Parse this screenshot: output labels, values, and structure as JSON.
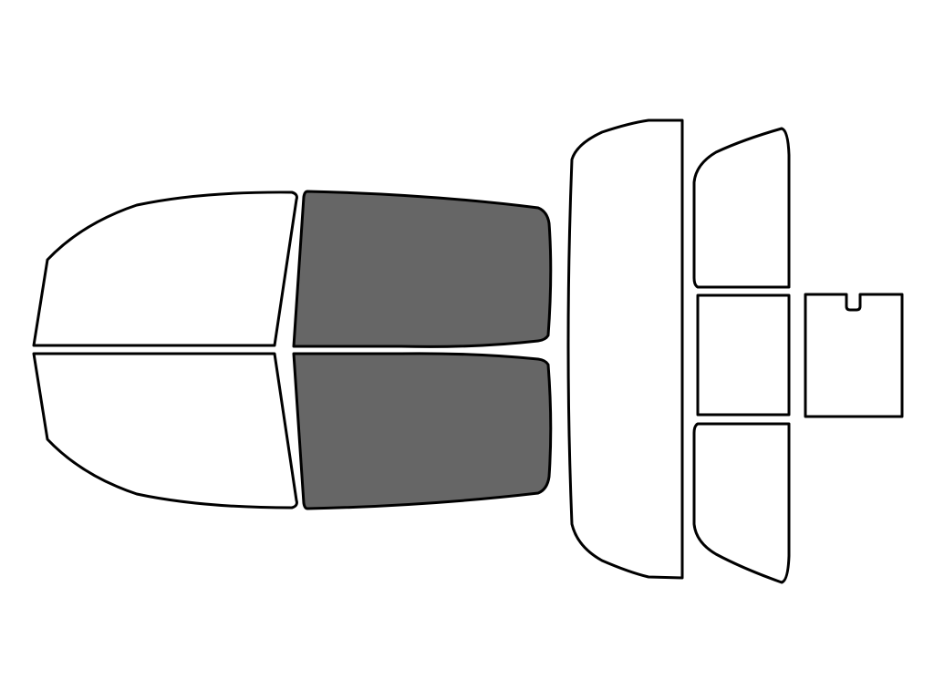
{
  "diagram": {
    "colors": {
      "background": "#ffffff",
      "outline": "#000000",
      "untinted": "#ffffff",
      "tinted": "#666666"
    },
    "panes": [
      {
        "id": "front-left-door-window",
        "tinted": false
      },
      {
        "id": "rear-left-door-window",
        "tinted": true
      },
      {
        "id": "front-right-door-window",
        "tinted": false
      },
      {
        "id": "rear-right-door-window",
        "tinted": true
      },
      {
        "id": "windshield",
        "tinted": false
      },
      {
        "id": "rear-window-left-section",
        "tinted": false
      },
      {
        "id": "rear-window-center-section",
        "tinted": false
      },
      {
        "id": "rear-window-right-section",
        "tinted": false
      },
      {
        "id": "sunroof-panel",
        "tinted": false
      }
    ]
  }
}
